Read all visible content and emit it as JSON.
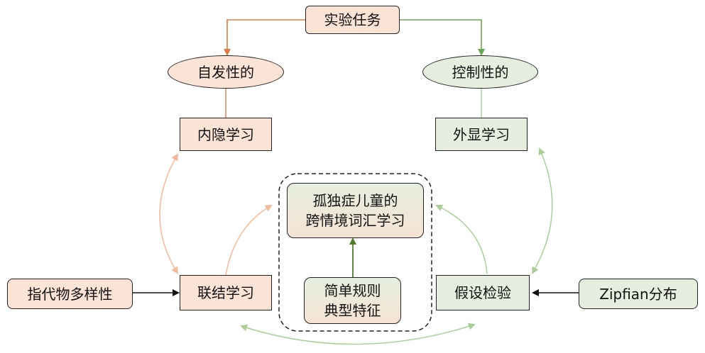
{
  "nodes": {
    "task": "实验任务",
    "spontaneous": "自发性的",
    "controlled": "控制性的",
    "implicit": "内隐学习",
    "explicit": "外显学习",
    "center_line1": "孤独症儿童的",
    "center_line2": "跨情境词汇学习",
    "referent": "指代物多样性",
    "associative": "联结学习",
    "simple_line1": "简单规则",
    "simple_line2": "典型特征",
    "hypothesis": "假设检验",
    "zipfian": "Zipfian分布"
  },
  "colors": {
    "orange_arrow": "#e07a45",
    "green_arrow": "#6aa84f",
    "light_orange": "#f4b99a",
    "light_green": "#a9cf97",
    "dark_green": "#4f7a28",
    "pink_fill": "#fbe3d6",
    "green_fill": "#e6efdf"
  }
}
